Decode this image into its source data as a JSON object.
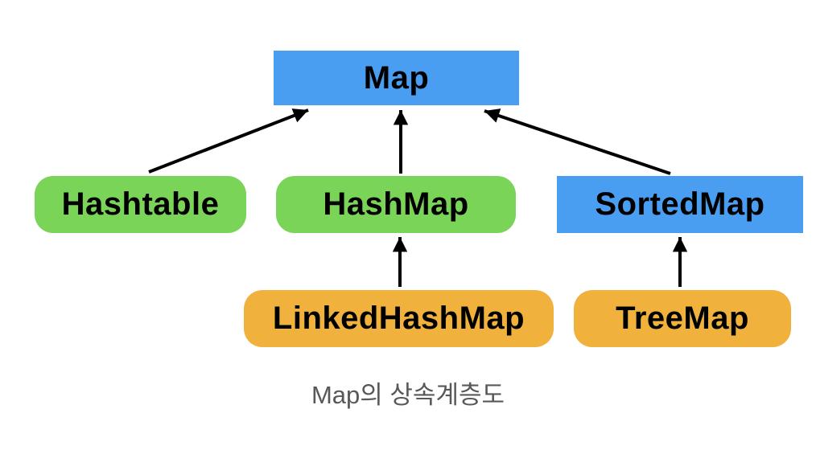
{
  "diagram": {
    "caption": "Map의 상속계층도",
    "nodes": {
      "map": {
        "label": "Map",
        "color": "#4A9EF2",
        "shape": "rectangle"
      },
      "hashtable": {
        "label": "Hashtable",
        "color": "#79D457",
        "shape": "rounded"
      },
      "hashmap": {
        "label": "HashMap",
        "color": "#79D457",
        "shape": "rounded"
      },
      "sortedmap": {
        "label": "SortedMap",
        "color": "#4A9EF2",
        "shape": "rectangle"
      },
      "linkedhashmap": {
        "label": "LinkedHashMap",
        "color": "#F0B23D",
        "shape": "rounded"
      },
      "treemap": {
        "label": "TreeMap",
        "color": "#F0B23D",
        "shape": "rounded"
      }
    },
    "edges": [
      {
        "from": "Hashtable",
        "to": "Map"
      },
      {
        "from": "HashMap",
        "to": "Map"
      },
      {
        "from": "SortedMap",
        "to": "Map"
      },
      {
        "from": "LinkedHashMap",
        "to": "HashMap"
      },
      {
        "from": "TreeMap",
        "to": "SortedMap"
      }
    ],
    "colors": {
      "arrow": "#000000",
      "caption_text": "#58585A",
      "background": "#FFFFFF"
    }
  }
}
